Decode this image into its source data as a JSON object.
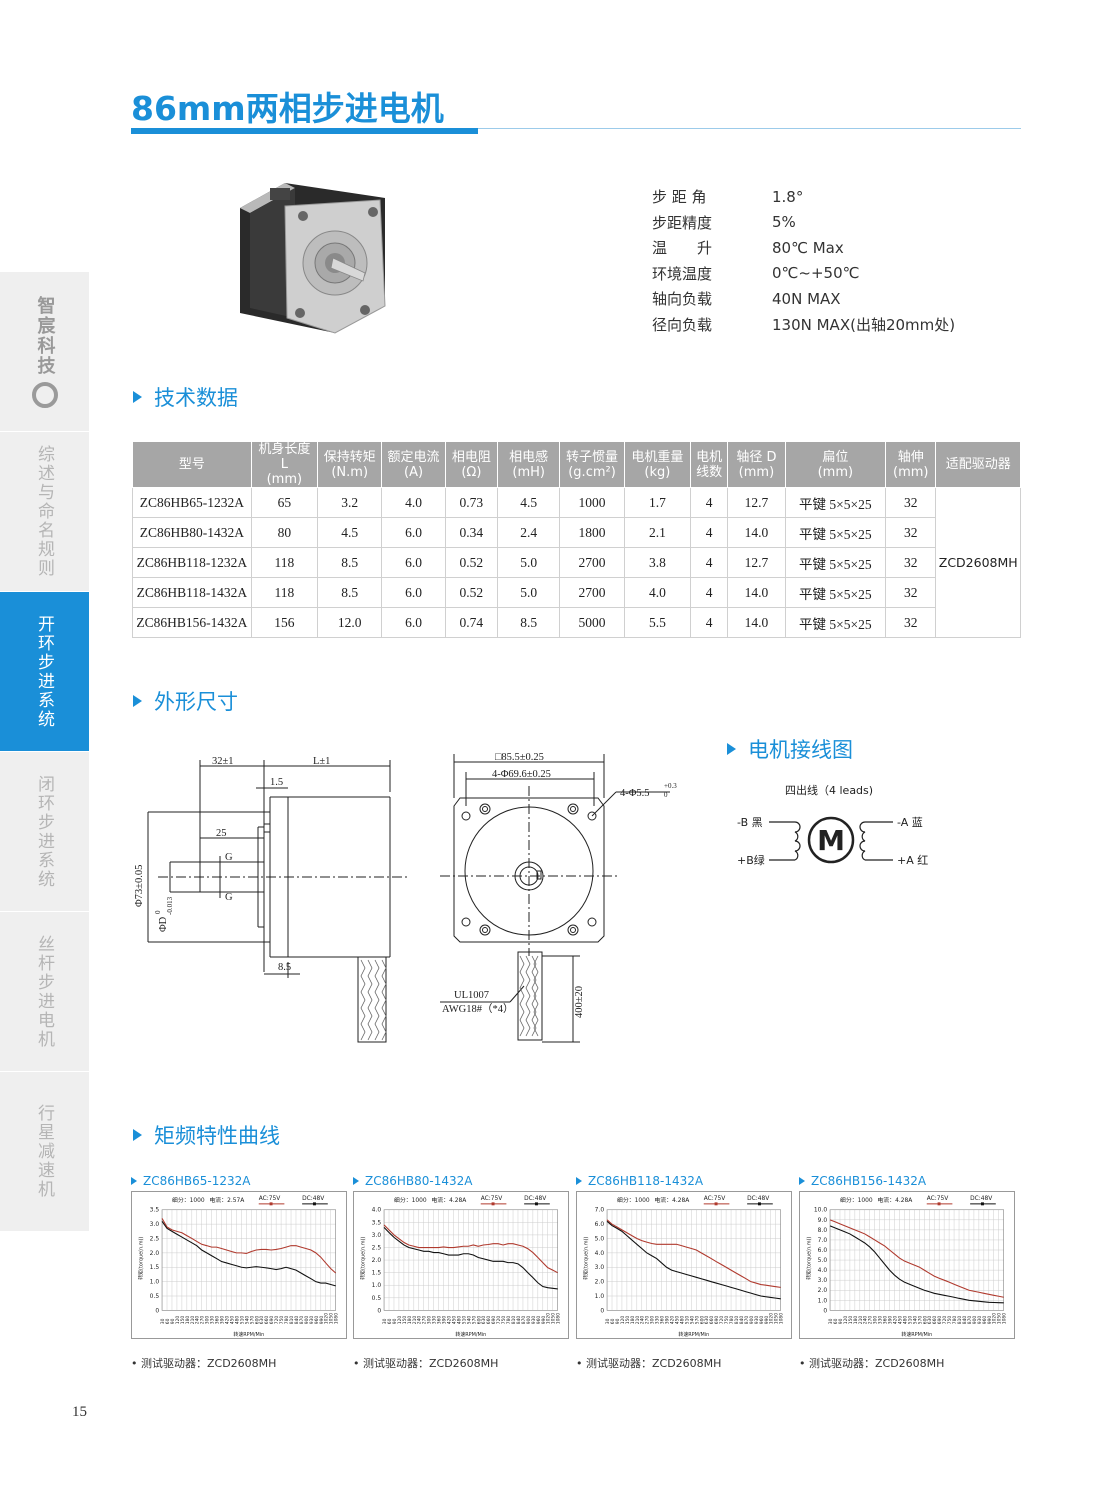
{
  "title": "86mm两相步进电机",
  "sidebar": {
    "brand": "智宸科技",
    "items": [
      {
        "label": "综述与命名规则",
        "active": false
      },
      {
        "label": "开环步进系统",
        "active": true
      },
      {
        "label": "闭环步进系统",
        "active": false
      },
      {
        "label": "丝杆步进电机",
        "active": false
      },
      {
        "label": "行星减速机",
        "active": false
      }
    ]
  },
  "specs": [
    {
      "label": "步 距 角",
      "value": "1.8°"
    },
    {
      "label": "步距精度",
      "value": "5%"
    },
    {
      "label": "温　　升",
      "value": "80℃ Max"
    },
    {
      "label": "环境温度",
      "value": "0℃~+50℃"
    },
    {
      "label": "轴向负载",
      "value": "40N MAX"
    },
    {
      "label": "径向负载",
      "value": "130N MAX(出轴20mm处)"
    }
  ],
  "sections": {
    "tech_data": "技术数据",
    "dimensions": "外形尺寸",
    "wiring": "电机接线图",
    "curves": "矩频特性曲线"
  },
  "table": {
    "headers": [
      [
        "型号",
        ""
      ],
      [
        "机身长度 L",
        "(mm)"
      ],
      [
        "保持转矩",
        "(N.m)"
      ],
      [
        "额定电流",
        "(A)"
      ],
      [
        "相电阻",
        "(Ω)"
      ],
      [
        "相电感",
        "(mH)"
      ],
      [
        "转子惯量",
        "(g.cm²)"
      ],
      [
        "电机重量",
        "(kg)"
      ],
      [
        "电机",
        "线数"
      ],
      [
        "轴径 D",
        "(mm)"
      ],
      [
        "扁位",
        "(mm)"
      ],
      [
        "轴伸",
        "(mm)"
      ],
      [
        "适配驱动器",
        ""
      ]
    ],
    "rows": [
      [
        "ZC86HB65-1232A",
        "65",
        "3.2",
        "4.0",
        "0.73",
        "4.5",
        "1000",
        "1.7",
        "4",
        "12.7",
        "平键 5×5×25",
        "32"
      ],
      [
        "ZC86HB80-1432A",
        "80",
        "4.5",
        "6.0",
        "0.34",
        "2.4",
        "1800",
        "2.1",
        "4",
        "14.0",
        "平键 5×5×25",
        "32"
      ],
      [
        "ZC86HB118-1232A",
        "118",
        "8.5",
        "6.0",
        "0.52",
        "5.0",
        "2700",
        "3.8",
        "4",
        "12.7",
        "平键 5×5×25",
        "32"
      ],
      [
        "ZC86HB118-1432A",
        "118",
        "8.5",
        "6.0",
        "0.52",
        "5.0",
        "2700",
        "4.0",
        "4",
        "14.0",
        "平键 5×5×25",
        "32"
      ],
      [
        "ZC86HB156-1432A",
        "156",
        "12.0",
        "6.0",
        "0.74",
        "8.5",
        "5000",
        "5.5",
        "4",
        "14.0",
        "平键 5×5×25",
        "32"
      ]
    ],
    "driver": "ZCD2608MH"
  },
  "side_drawing": {
    "d32": "32±1",
    "dL": "L±1",
    "d15": "1.5",
    "d25": "25",
    "g1": "G",
    "g2": "G",
    "d85": "8.5",
    "phi73": "Φ73±0.05",
    "phiD": "ΦD",
    "phiD_tol_top": "0",
    "phiD_tol_bot": "-0.013"
  },
  "front_drawing": {
    "sq": "□85.5±0.25",
    "holes": "4-Φ69.6±0.25",
    "hole_d": "4-Φ5.5",
    "hole_tol_top": "+0.3",
    "hole_tol_bot": "0",
    "cable1": "UL1007",
    "cable2": "AWG18#（*4）",
    "len": "400±20"
  },
  "wiring": {
    "title": "四出线（4 leads)",
    "b_minus": "-B 黑",
    "b_plus": "+B绿",
    "a_minus": "-A 蓝",
    "a_plus": "+A 红",
    "motor": "M"
  },
  "chart_data": [
    {
      "type": "line",
      "title": "ZC86HB65-1232A",
      "info": {
        "subdiv": "细分：1000",
        "current": "电流：2.57A"
      },
      "ylabel": "转矩(torque(n.m))",
      "xlabel": "转速RPM/Min",
      "ylim": [
        0,
        3.5
      ],
      "yticks": [
        "0",
        "0.5",
        "1.0",
        "1.5",
        "2.0",
        "2.5",
        "3.0",
        "3.5"
      ],
      "x": [
        "30",
        "60",
        "90",
        "120",
        "150",
        "180",
        "210",
        "240",
        "270",
        "300",
        "330",
        "360",
        "390",
        "420",
        "450",
        "480",
        "510",
        "540",
        "570",
        "600",
        "630",
        "660",
        "690",
        "720",
        "750",
        "780",
        "810",
        "840",
        "870",
        "900",
        "930",
        "960",
        "990",
        "1020",
        "1050",
        "1080"
      ],
      "series": [
        {
          "name": "AC:75V",
          "color": "#b03a2e",
          "values": [
            3.2,
            2.9,
            2.8,
            2.75,
            2.7,
            2.6,
            2.5,
            2.4,
            2.3,
            2.25,
            2.2,
            2.2,
            2.15,
            2.1,
            2.05,
            2.0,
            2.0,
            1.98,
            2.05,
            2.1,
            2.12,
            2.12,
            2.1,
            2.12,
            2.15,
            2.2,
            2.25,
            2.25,
            2.2,
            2.15,
            2.1,
            2.0,
            1.85,
            1.65,
            1.45,
            1.3
          ]
        },
        {
          "name": "DC:48V",
          "color": "#111111",
          "values": [
            3.1,
            2.85,
            2.75,
            2.65,
            2.55,
            2.45,
            2.35,
            2.25,
            2.1,
            2.0,
            1.9,
            1.8,
            1.7,
            1.65,
            1.6,
            1.55,
            1.5,
            1.48,
            1.5,
            1.52,
            1.5,
            1.48,
            1.45,
            1.42,
            1.45,
            1.5,
            1.45,
            1.4,
            1.3,
            1.2,
            1.1,
            1.0,
            0.95,
            0.95,
            0.9,
            0.85
          ]
        }
      ],
      "note": "• 测试驱动器：ZCD2608MH"
    },
    {
      "type": "line",
      "title": "ZC86HB80-1432A",
      "info": {
        "subdiv": "细分：1000",
        "current": "电流：4.28A"
      },
      "ylabel": "转矩(torque(n.m))",
      "xlabel": "转速RPM/Min",
      "ylim": [
        0,
        4.0
      ],
      "yticks": [
        "0",
        "0.5",
        "1.0",
        "1.5",
        "2.0",
        "2.5",
        "3.0",
        "3.5",
        "4.0"
      ],
      "x": [
        "30",
        "60",
        "90",
        "120",
        "150",
        "180",
        "210",
        "240",
        "270",
        "300",
        "330",
        "360",
        "390",
        "420",
        "450",
        "480",
        "510",
        "540",
        "570",
        "600",
        "630",
        "660",
        "690",
        "720",
        "750",
        "780",
        "810",
        "840",
        "870",
        "900",
        "930",
        "960",
        "990",
        "1020",
        "1050",
        "1080"
      ],
      "series": [
        {
          "name": "AC:75V",
          "color": "#b03a2e",
          "values": [
            3.4,
            3.2,
            3.0,
            2.85,
            2.7,
            2.6,
            2.55,
            2.5,
            2.5,
            2.5,
            2.5,
            2.5,
            2.52,
            2.5,
            2.5,
            2.52,
            2.55,
            2.55,
            2.6,
            2.55,
            2.6,
            2.62,
            2.65,
            2.65,
            2.6,
            2.65,
            2.65,
            2.6,
            2.55,
            2.45,
            2.3,
            2.1,
            1.9,
            1.7,
            1.6,
            1.5
          ]
        },
        {
          "name": "DC:48V",
          "color": "#111111",
          "values": [
            3.3,
            3.1,
            2.9,
            2.75,
            2.6,
            2.5,
            2.45,
            2.4,
            2.35,
            2.35,
            2.3,
            2.3,
            2.25,
            2.2,
            2.2,
            2.2,
            2.25,
            2.25,
            2.2,
            2.1,
            2.05,
            2.0,
            1.95,
            1.95,
            1.95,
            1.9,
            1.9,
            1.85,
            1.7,
            1.5,
            1.3,
            1.1,
            0.95,
            0.9,
            0.88,
            0.85
          ]
        }
      ],
      "note": "• 测试驱动器：ZCD2608MH"
    },
    {
      "type": "line",
      "title": "ZC86HB118-1432A",
      "info": {
        "subdiv": "细分：1000",
        "current": "电流：4.28A"
      },
      "ylabel": "转矩(torque(n.m))",
      "xlabel": "转速RPM/Min",
      "ylim": [
        0,
        7.0
      ],
      "yticks": [
        "0",
        "1.0",
        "2.0",
        "3.0",
        "4.0",
        "5.0",
        "6.0",
        "7.0"
      ],
      "x": [
        "30",
        "60",
        "90",
        "120",
        "150",
        "180",
        "210",
        "240",
        "270",
        "300",
        "330",
        "360",
        "390",
        "420",
        "450",
        "480",
        "510",
        "540",
        "570",
        "600",
        "630",
        "660",
        "690",
        "720",
        "750",
        "780",
        "810",
        "840",
        "870",
        "900",
        "930",
        "960",
        "990",
        "1020",
        "1050",
        "1080"
      ],
      "series": [
        {
          "name": "AC:75V",
          "color": "#b03a2e",
          "values": [
            6.3,
            6.0,
            5.8,
            5.6,
            5.4,
            5.2,
            5.0,
            4.85,
            4.75,
            4.65,
            4.6,
            4.6,
            4.6,
            4.6,
            4.6,
            4.5,
            4.4,
            4.3,
            4.2,
            4.0,
            3.8,
            3.6,
            3.4,
            3.2,
            3.0,
            2.8,
            2.6,
            2.4,
            2.2,
            2.0,
            1.9,
            1.8,
            1.75,
            1.7,
            1.65,
            1.6
          ]
        },
        {
          "name": "DC:48V",
          "color": "#111111",
          "values": [
            6.2,
            5.9,
            5.7,
            5.5,
            5.2,
            4.9,
            4.6,
            4.3,
            4.0,
            3.8,
            3.6,
            3.3,
            3.0,
            2.8,
            2.7,
            2.6,
            2.5,
            2.4,
            2.3,
            2.2,
            2.1,
            2.0,
            1.9,
            1.8,
            1.7,
            1.6,
            1.5,
            1.4,
            1.3,
            1.2,
            1.1,
            1.0,
            0.95,
            0.9,
            0.85,
            0.8
          ]
        }
      ],
      "note": "• 测试驱动器：ZCD2608MH"
    },
    {
      "type": "line",
      "title": "ZC86HB156-1432A",
      "info": {
        "subdiv": "细分：1000",
        "current": "电流：4.28A"
      },
      "ylabel": "转矩(torque(n.m))",
      "xlabel": "转速RPM/Min",
      "ylim": [
        0,
        10.0
      ],
      "yticks": [
        "0",
        "1.0",
        "2.0",
        "3.0",
        "4.0",
        "5.0",
        "6.0",
        "7.0",
        "8.0",
        "9.0",
        "10.0"
      ],
      "x": [
        "30",
        "60",
        "90",
        "120",
        "150",
        "180",
        "210",
        "240",
        "270",
        "300",
        "330",
        "360",
        "390",
        "420",
        "450",
        "480",
        "510",
        "540",
        "570",
        "600",
        "630",
        "660",
        "690",
        "720",
        "750",
        "780",
        "810",
        "840",
        "870",
        "900",
        "930",
        "960",
        "990",
        "1020",
        "1050",
        "1080"
      ],
      "series": [
        {
          "name": "AC:75V",
          "color": "#b03a2e",
          "values": [
            9.0,
            8.8,
            8.6,
            8.4,
            8.2,
            8.0,
            7.8,
            7.6,
            7.3,
            7.0,
            6.7,
            6.4,
            6.0,
            5.6,
            5.2,
            4.9,
            4.7,
            4.5,
            4.3,
            4.0,
            3.7,
            3.4,
            3.2,
            3.0,
            2.8,
            2.6,
            2.4,
            2.2,
            2.0,
            1.9,
            1.8,
            1.7,
            1.6,
            1.5,
            1.4,
            1.3
          ]
        },
        {
          "name": "DC:48V",
          "color": "#111111",
          "values": [
            8.4,
            8.2,
            8.0,
            7.8,
            7.6,
            7.3,
            7.0,
            6.7,
            6.3,
            5.8,
            5.2,
            4.6,
            4.0,
            3.5,
            3.1,
            2.8,
            2.6,
            2.4,
            2.2,
            2.0,
            1.85,
            1.7,
            1.6,
            1.5,
            1.4,
            1.3,
            1.2,
            1.1,
            1.0,
            0.95,
            0.9,
            0.85,
            0.8,
            0.78,
            0.76,
            0.75
          ]
        }
      ],
      "note": "• 测试驱动器：ZCD2608MH"
    }
  ],
  "page_number": "15"
}
